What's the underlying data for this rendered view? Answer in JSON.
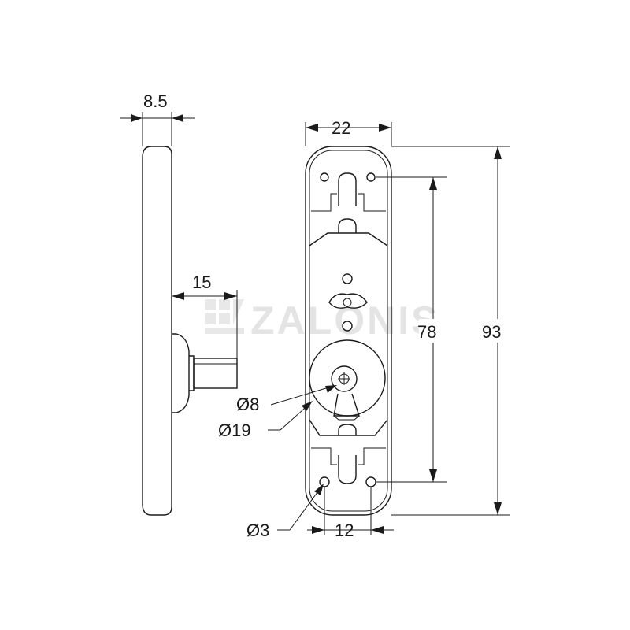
{
  "watermark": {
    "text": "ZALONIS"
  },
  "dimensions": {
    "side_thickness": "8.5",
    "spindle_length": "15",
    "plate_width": "22",
    "hole_spacing": "78",
    "plate_height": "93",
    "hole_offset": "12",
    "spindle_diameter": "Ø8",
    "rosette_diameter": "Ø19",
    "hole_diameter": "Ø3"
  }
}
